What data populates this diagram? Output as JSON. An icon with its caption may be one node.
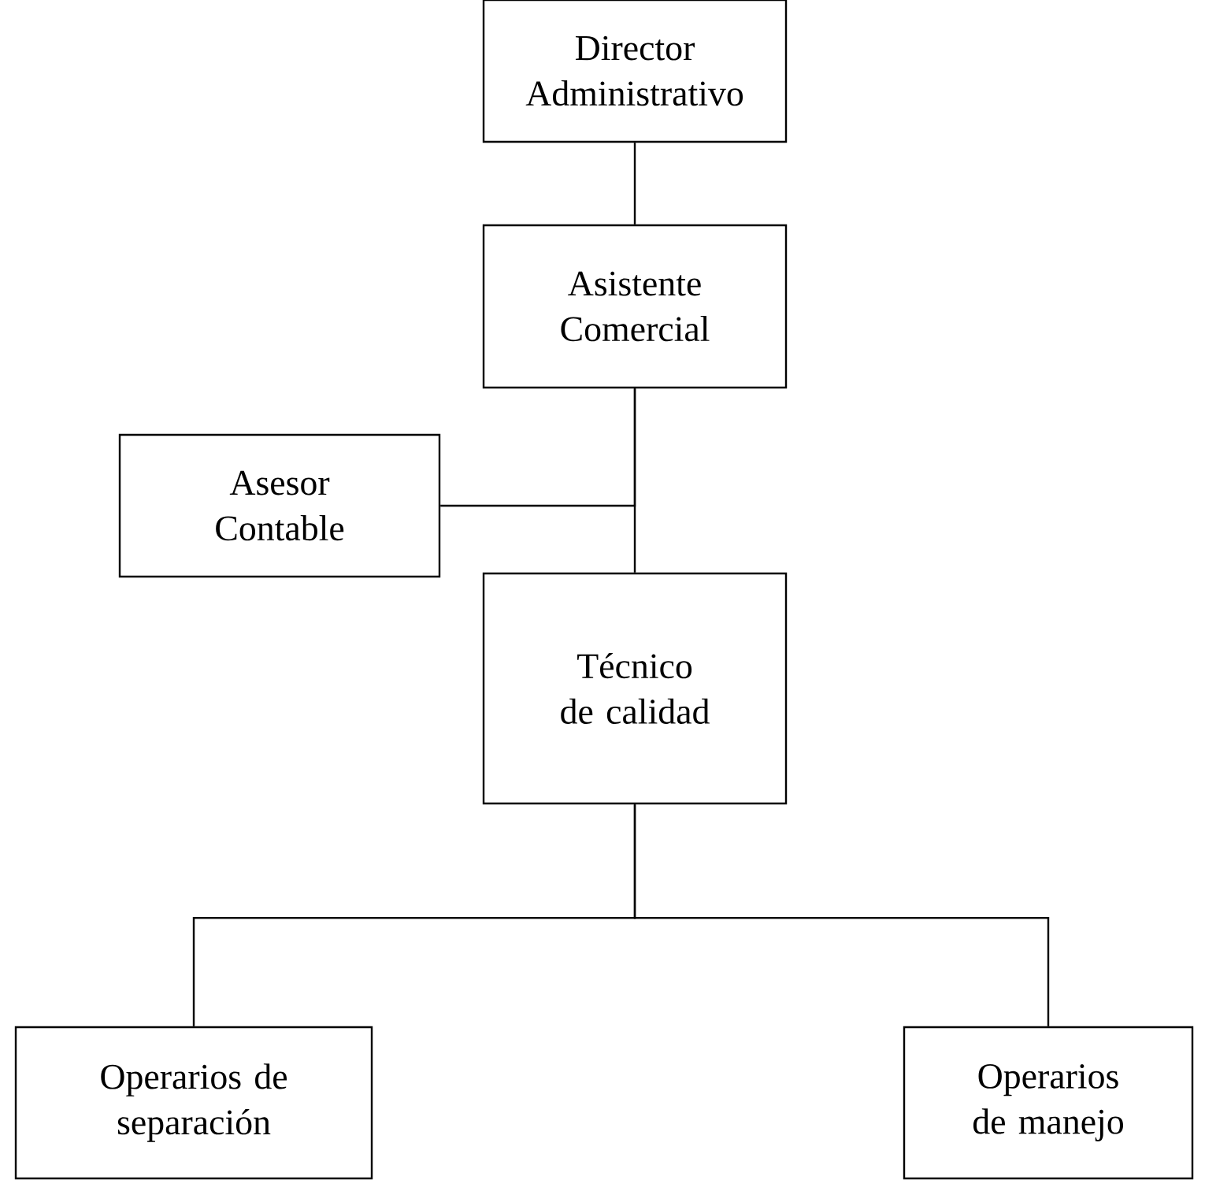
{
  "diagram": {
    "nodes": [
      {
        "text": [
          "Director Administrativo"
        ]
      },
      {
        "text": [
          "Asistente Comercial"
        ]
      },
      {
        "text": [
          "Asesor Contable"
        ]
      },
      {
        "text": [
          "Técnico de calidad"
        ]
      },
      {
        "text": [
          "Operarios de separación"
        ]
      },
      {
        "text": [
          "Operarios de manejo"
        ]
      }
    ],
    "edges": [
      {
        "from": 0,
        "to": 1,
        "arrow": "none"
      },
      {
        "from": 1,
        "to": 2,
        "arrow": "none"
      },
      {
        "from": 1,
        "to": 3,
        "arrow": "none"
      },
      {
        "from": 3,
        "to": 4,
        "arrow": "none"
      },
      {
        "from": 3,
        "to": 5,
        "arrow": "none"
      }
    ]
  }
}
